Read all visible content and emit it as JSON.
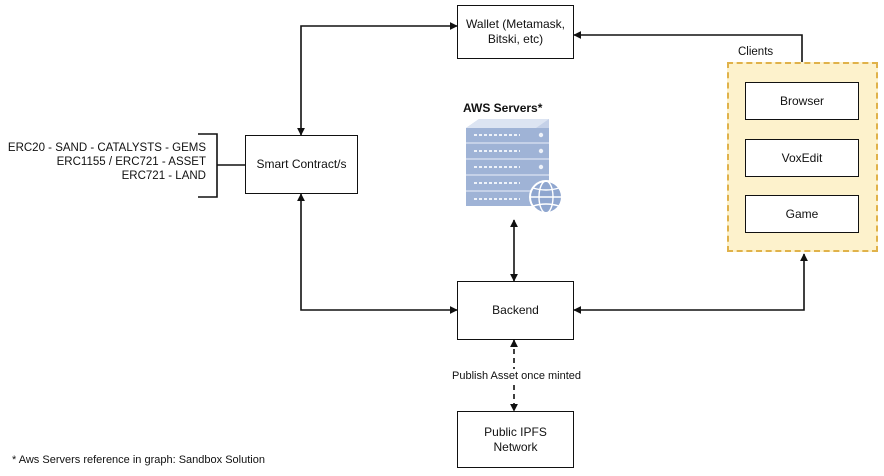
{
  "nodes": {
    "wallet": "Wallet (Metamask, Bitski, etc)",
    "smart_contract": "Smart Contract/s",
    "backend": "Backend",
    "ipfs": "Public IPFS Network",
    "browser": "Browser",
    "voxedit": "VoxEdit",
    "game": "Game"
  },
  "labels": {
    "clients": "Clients",
    "aws": "AWS Servers*",
    "erc_line1": "ERC20 - SAND - CATALYSTS - GEMS",
    "erc_line2": "ERC1155 / ERC721 - ASSET",
    "erc_line3": "ERC721 - LAND",
    "publish": "Publish Asset once minted",
    "footnote": "* Aws Servers reference in graph: Sandbox Solution"
  },
  "icons": {
    "server": "server-globe-icon"
  },
  "colors": {
    "clients_fill": "#fdf2cc",
    "clients_border": "#e0b24a",
    "server": "#9fb3d6"
  }
}
